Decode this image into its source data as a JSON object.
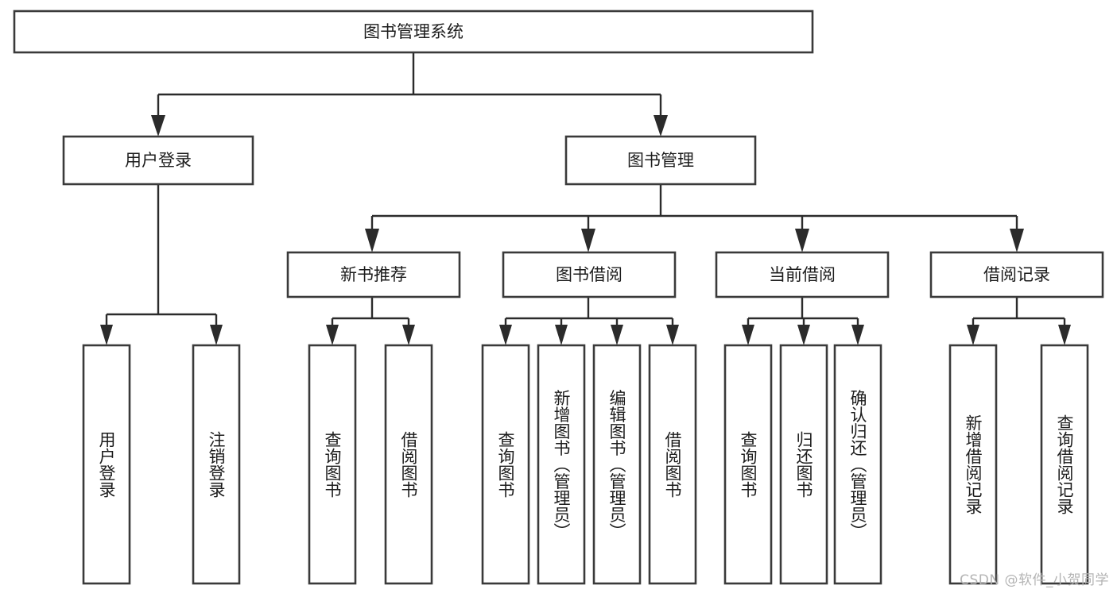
{
  "diagram": {
    "title": "图书管理系统",
    "type": "tree-hierarchy-chart",
    "watermark": "CSDN @软件_小贺同学",
    "root": {
      "id": "root",
      "label": "图书管理系统"
    },
    "level2": [
      {
        "id": "user-login",
        "label": "用户登录"
      },
      {
        "id": "book-management",
        "label": "图书管理"
      }
    ],
    "level3": [
      {
        "id": "new-book-recommend",
        "label": "新书推荐",
        "parent": "book-management"
      },
      {
        "id": "book-borrow",
        "label": "图书借阅",
        "parent": "book-management"
      },
      {
        "id": "current-borrow",
        "label": "当前借阅",
        "parent": "book-management"
      },
      {
        "id": "borrow-record",
        "label": "借阅记录",
        "parent": "book-management"
      }
    ],
    "leaves": {
      "user-login": [
        {
          "id": "leaf-user-login",
          "label": "用户登录"
        },
        {
          "id": "leaf-user-logout",
          "label": "注销登录"
        }
      ],
      "new-book-recommend": [
        {
          "id": "leaf-query-book-1",
          "label": "查询图书"
        },
        {
          "id": "leaf-borrow-book-1",
          "label": "借阅图书"
        }
      ],
      "book-borrow": [
        {
          "id": "leaf-query-book-2",
          "label": "查询图书"
        },
        {
          "id": "leaf-add-book",
          "label": "新增图书（管理员）"
        },
        {
          "id": "leaf-edit-book",
          "label": "编辑图书（管理员）"
        },
        {
          "id": "leaf-borrow-book-2",
          "label": "借阅图书"
        }
      ],
      "current-borrow": [
        {
          "id": "leaf-query-book-3",
          "label": "查询图书"
        },
        {
          "id": "leaf-return-book",
          "label": "归还图书"
        },
        {
          "id": "leaf-confirm-return",
          "label": "确认归还（管理员）"
        }
      ],
      "borrow-record": [
        {
          "id": "leaf-add-record",
          "label": "新增借阅记录"
        },
        {
          "id": "leaf-query-record",
          "label": "查询借阅记录"
        }
      ]
    },
    "colors": {
      "box_stroke": "#3a3a3a",
      "box_fill": "#ffffff",
      "connector": "#2b2b2b",
      "text": "#1c1c1c",
      "watermark": "#b4b4b4",
      "background": "#ffffff"
    }
  }
}
